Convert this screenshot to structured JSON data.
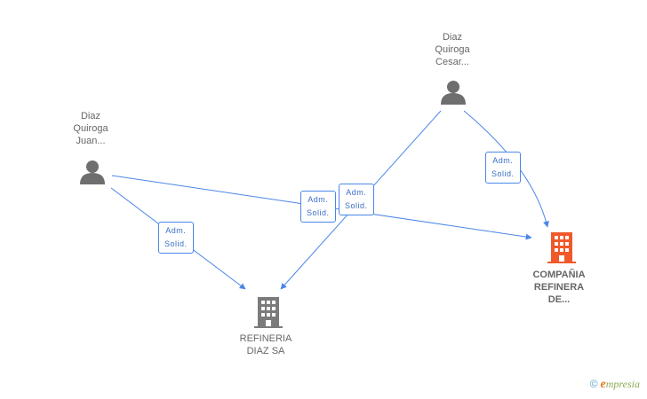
{
  "colors": {
    "edge": "#4a86e8",
    "person_icon": "#6e6e6e",
    "company_icon": "#7b7b7b",
    "highlight_company_icon": "#f0592a"
  },
  "nodes": {
    "diaz_quiroga_juan": {
      "label": "Diaz\nQuiroga\nJuan...",
      "type": "person",
      "icon": "person-icon"
    },
    "diaz_quiroga_cesar": {
      "label": "Diaz\nQuiroga\nCesar...",
      "type": "person",
      "icon": "person-icon"
    },
    "refineria_diaz": {
      "label": "REFINERIA\nDIAZ SA",
      "type": "company",
      "icon": "building-icon"
    },
    "compania_refinera": {
      "label": "COMPAÑIA\nREFINERA\nDE...",
      "type": "company",
      "icon": "building-icon"
    }
  },
  "edges": [
    {
      "from": "diaz_quiroga_juan",
      "to": "refineria_diaz",
      "label": "Adm.\nSolid."
    },
    {
      "from": "diaz_quiroga_juan",
      "to": "compania_refinera",
      "label": "Adm.\nSolid."
    },
    {
      "from": "diaz_quiroga_cesar",
      "to": "refineria_diaz",
      "label": "Adm.\nSolid."
    },
    {
      "from": "diaz_quiroga_cesar",
      "to": "compania_refinera",
      "label": "Adm.\nSolid."
    }
  ],
  "brand": {
    "copyright": "©",
    "initial": "e",
    "name": "mpresia"
  }
}
